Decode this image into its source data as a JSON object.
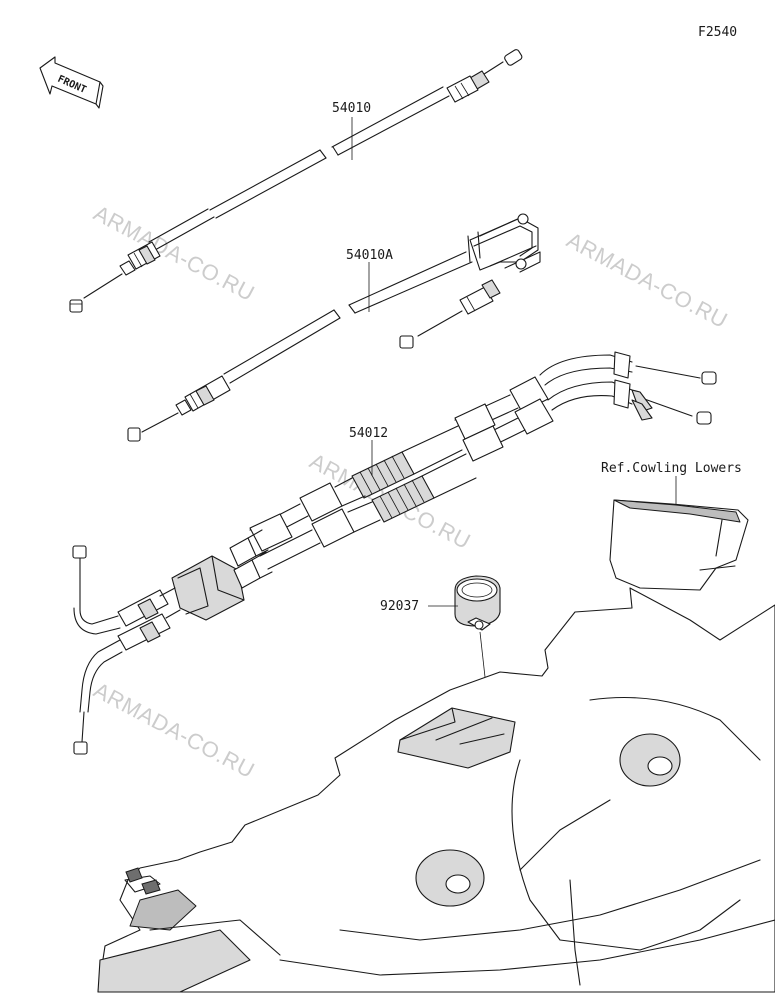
{
  "figure_code": "F2540",
  "front_badge": {
    "text": "FRONT",
    "icon": "front-arrow-icon"
  },
  "parts": [
    {
      "number": "54010"
    },
    {
      "number": "54010A"
    },
    {
      "number": "54012"
    },
    {
      "number": "92037"
    }
  ],
  "reference_note": "Ref.Cowling Lowers",
  "watermark": "ARMADA-CO.RU",
  "colors": {
    "line": "#1a1a1a",
    "watermark": "#cccccc",
    "background": "#ffffff"
  }
}
